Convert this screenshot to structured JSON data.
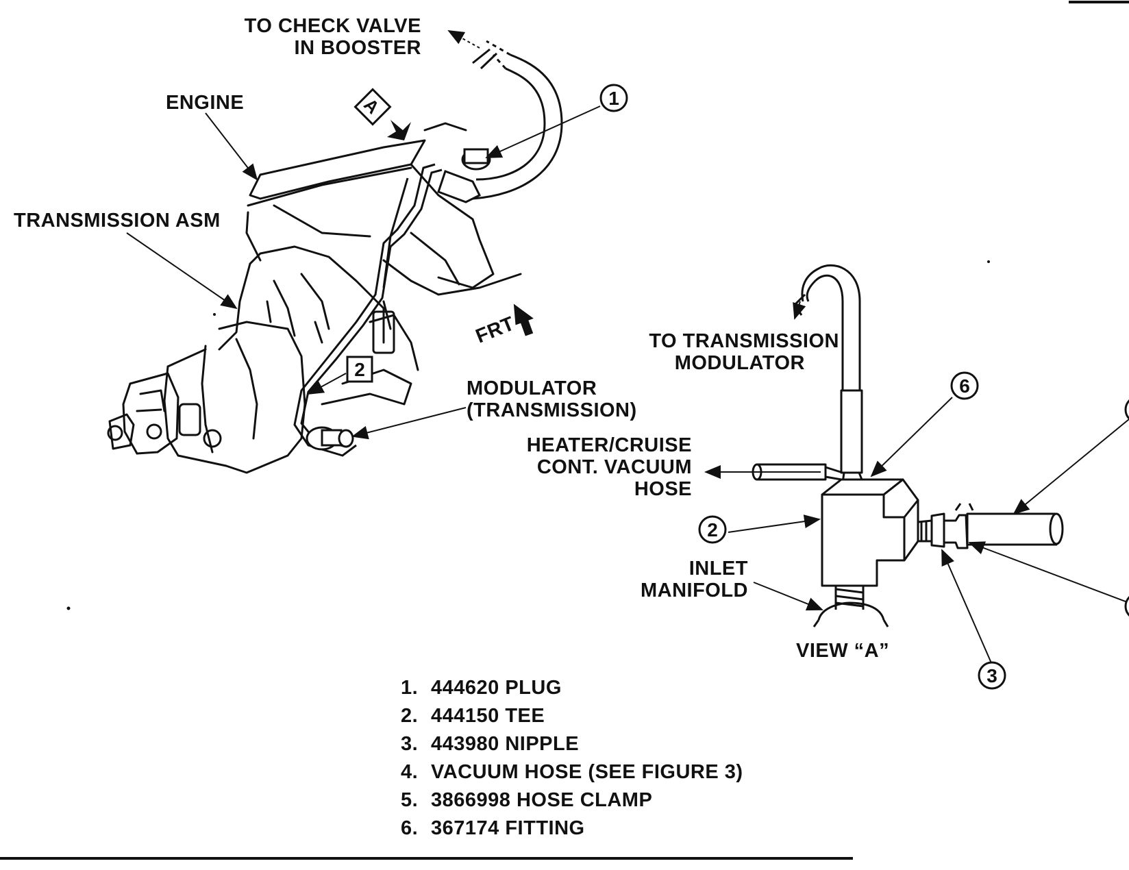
{
  "labels": {
    "check_valve": [
      "TO CHECK VALVE",
      "IN BOOSTER"
    ],
    "engine": "ENGINE",
    "transmission_asm": "TRANSMISSION ASM",
    "view_marker": "A",
    "frt": "FRT",
    "modulator": [
      "MODULATOR",
      "(TRANSMISSION)"
    ],
    "to_transmission_modulator": [
      "TO TRANSMISSION",
      "MODULATOR"
    ],
    "heater_cruise": [
      "HEATER/CRUISE",
      "CONT. VACUUM",
      "HOSE"
    ],
    "inlet_manifold": [
      "INLET",
      "MANIFOLD"
    ],
    "view_a": "VIEW “A”"
  },
  "callouts": {
    "c1": "1",
    "c2_box": "2",
    "c6": "6",
    "c2": "2",
    "c3": "3"
  },
  "parts_list": [
    {
      "num": "1.",
      "text": "444620 PLUG"
    },
    {
      "num": "2.",
      "text": "444150 TEE"
    },
    {
      "num": "3.",
      "text": "443980 NIPPLE"
    },
    {
      "num": "4.",
      "text": "VACUUM HOSE (SEE FIGURE 3)"
    },
    {
      "num": "5.",
      "text": "3866998 HOSE CLAMP"
    },
    {
      "num": "6.",
      "text": "367174 FITTING"
    }
  ]
}
